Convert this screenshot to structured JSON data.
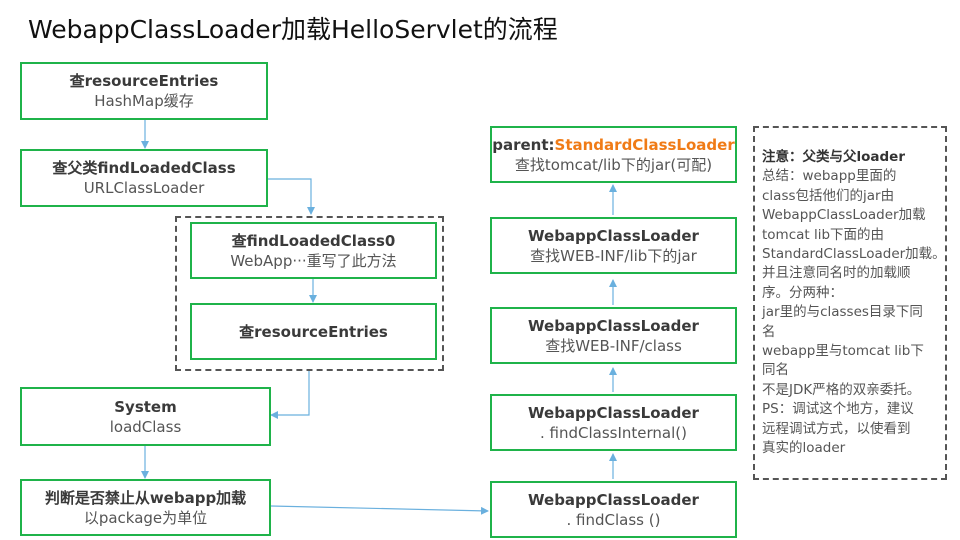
{
  "title": "WebappClassLoader加载HelloServlet的流程",
  "colors": {
    "box_border": "#1fb34a",
    "arrow": "#6ab0de",
    "highlight": "#f07b16",
    "dashed": "#555555"
  },
  "left_flow": {
    "resource_entries": {
      "line1": "查resourceEntries",
      "line2": "HashMap缓存"
    },
    "find_loaded_class": {
      "line1": "查父类findLoadedClass",
      "line2": "URLClassLoader"
    },
    "find_loaded_class0": {
      "line1": "查findLoadedClass0",
      "line2": "WebApp···重写了此方法"
    },
    "resource_entries_inner": {
      "line1": "查resourceEntries"
    },
    "system_load": {
      "line1": "System",
      "line2": "loadClass"
    },
    "forbid_check": {
      "line1": "判断是否禁止从webapp加载",
      "line2": "以package为单位"
    }
  },
  "right_flow": {
    "parent": {
      "prefix": "parent:",
      "highlight": "StandardClassLoader",
      "line2": "查找tomcat/lib下的jar(可配)"
    },
    "webinf_lib": {
      "line1": "WebappClassLoader",
      "line2": "查找WEB-INF/lib下的jar"
    },
    "webinf_class": {
      "line1": "WebappClassLoader",
      "line2": "查找WEB-INF/class"
    },
    "find_internal": {
      "line1": "WebappClassLoader",
      "line2": ". findClassInternal()"
    },
    "find_class": {
      "line1": "WebappClassLoader",
      "line2": ". findClass ()"
    }
  },
  "note": {
    "heading": "注意：父类与父loader",
    "lines": [
      "总结：webapp里面的",
      "class包括他们的jar由",
      "WebappClassLoader加载",
      "tomcat lib下面的由",
      "StandardClassLoader加载。",
      "并且注意同名时的加载顺",
      "序。分两种：",
      "jar里的与classes目录下同",
      "名",
      "webapp里与tomcat lib下",
      "同名",
      "不是JDK严格的双亲委托。",
      "PS：调试这个地方，建议",
      "远程调试方式，以使看到",
      "真实的loader"
    ]
  }
}
